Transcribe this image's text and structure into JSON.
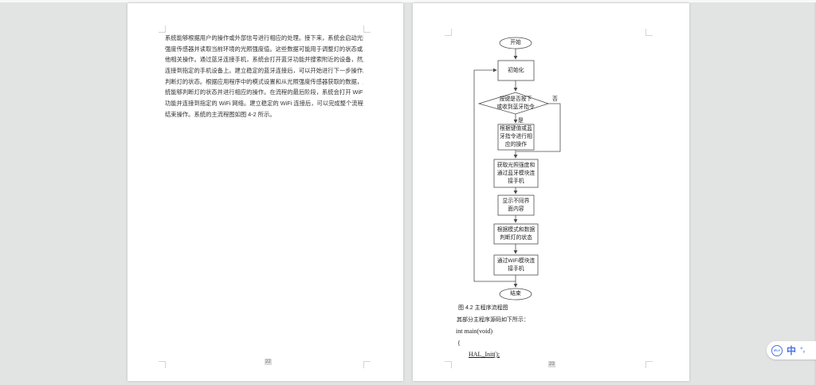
{
  "colors": {
    "accent_blue": "#4a72e8",
    "canvas_gray": "#e2e3e3",
    "line_gray": "#4d4d4d"
  },
  "left_page": {
    "page_number": "22",
    "paragraph_lines": [
      "系统能够根据用户的操作或外部信号进行相应的处理。接下来，系统会启动光照",
      "强度传感器并读取当前环境的光照强度值。这些数据可能用于调整灯的状态或其",
      "他相关操作。通过蓝牙连接手机，系统会打开蓝牙功能并搜索附近的设备，然后",
      "连接到指定的手机设备上。建立稳定的蓝牙连接后，可以开始进行下一步操作。",
      "判断灯的状态。根据应用程序中的模式设置和从光照强度传感器获取的数据，系",
      "统能够判断灯的状态并进行相应的操作。在流程的最后阶段，系统会打开 WiFi",
      "功能并连接到指定的 WiFi 网络。建立稳定的 WiFi 连接后，可以完成整个流程并",
      "结束操作。系统的主流程图如图 4-2 所示。"
    ]
  },
  "right_page": {
    "page_number": "23",
    "flowchart": {
      "start": "开始",
      "init": "初始化",
      "decision": "按键是否按下\n或收到蓝牙指令",
      "decision_no": "否",
      "decision_yes": "是",
      "op": "根据键值或蓝\n牙指令进行相\n应的操作",
      "light": "获取光照强度和\n通过蓝牙模块连\n接手机",
      "display": "显示不同界\n面内容",
      "judge": "根据模式和数据\n判断灯的状态",
      "wifi": "通过WiFi模块连\n接手机",
      "end": "结束"
    },
    "caption": "图 4.2  主程序流程图",
    "code_intro": "其部分主程序源码如下所示：",
    "code_line_1": "int main(void)",
    "code_line_2": "{",
    "code_line_3": "HAL_Init();"
  },
  "ime_bar": {
    "logo_text": "iFLY",
    "mode": "中",
    "punct": "°，"
  }
}
